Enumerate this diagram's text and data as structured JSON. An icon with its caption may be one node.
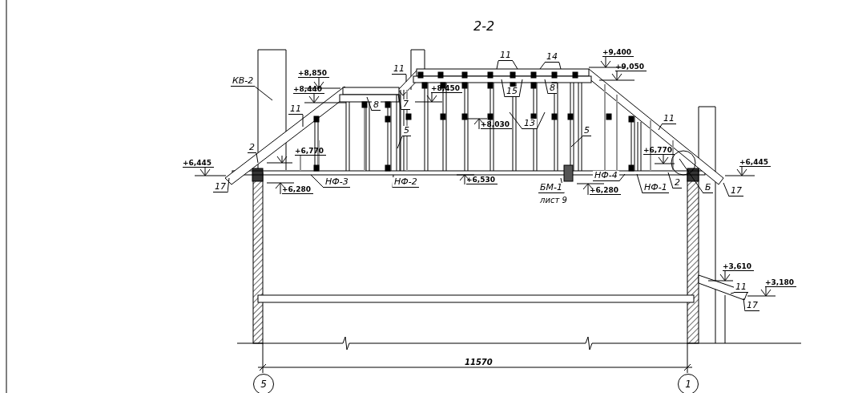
{
  "diagram": {
    "title": "2-2",
    "nodes": [
      {
        "text": [
          "КВ-2"
        ]
      },
      {
        "text": [
          "11"
        ]
      },
      {
        "text": [
          "2"
        ]
      },
      {
        "text": [
          "17"
        ]
      },
      {
        "text": [
          "НФ-3"
        ]
      },
      {
        "text": [
          "НФ-2"
        ]
      },
      {
        "text": [
          "8"
        ]
      },
      {
        "text": [
          "7"
        ]
      },
      {
        "text": [
          "5"
        ]
      },
      {
        "text": [
          "11"
        ]
      },
      {
        "text": [
          "11"
        ]
      },
      {
        "text": [
          "14"
        ]
      },
      {
        "text": [
          "8"
        ]
      },
      {
        "text": [
          "15"
        ]
      },
      {
        "text": [
          "13"
        ]
      },
      {
        "text": [
          "5"
        ]
      },
      {
        "text": [
          "БМ-1"
        ],
        "beside": [
          "лист 9"
        ]
      },
      {
        "text": [
          "НФ-4"
        ]
      },
      {
        "text": [
          "НФ-1"
        ]
      },
      {
        "text": [
          "11"
        ]
      },
      {
        "text": [
          "2"
        ]
      },
      {
        "text": [
          "Б"
        ]
      },
      {
        "text": [
          "17"
        ]
      },
      {
        "text": [
          "11"
        ]
      },
      {
        "text": [
          "17"
        ]
      },
      {
        "text": [
          "5"
        ]
      },
      {
        "text": [
          "1"
        ]
      }
    ],
    "edges": [
      {
        "from": 0,
        "to": null,
        "arrow": "none"
      },
      {
        "from": 1,
        "to": null,
        "arrow": "none"
      },
      {
        "from": 2,
        "to": null,
        "arrow": "none"
      },
      {
        "from": 3,
        "to": null,
        "arrow": "none"
      },
      {
        "from": 4,
        "to": null,
        "arrow": "none"
      },
      {
        "from": 5,
        "to": null,
        "arrow": "none"
      },
      {
        "from": 6,
        "to": null,
        "arrow": "none"
      },
      {
        "from": 7,
        "to": null,
        "arrow": "none"
      },
      {
        "from": 8,
        "to": null,
        "arrow": "none"
      },
      {
        "from": 9,
        "to": null,
        "arrow": "none"
      },
      {
        "from": 10,
        "to": null,
        "arrow": "none"
      },
      {
        "from": 10,
        "to": null,
        "arrow": "none"
      },
      {
        "from": 11,
        "to": null,
        "arrow": "none"
      },
      {
        "from": 11,
        "to": null,
        "arrow": "none"
      },
      {
        "from": 12,
        "to": null,
        "arrow": "none"
      },
      {
        "from": 13,
        "to": null,
        "arrow": "none"
      },
      {
        "from": 13,
        "to": null,
        "arrow": "none"
      },
      {
        "from": 14,
        "to": null,
        "arrow": "none"
      },
      {
        "from": 14,
        "to": null,
        "arrow": "none"
      },
      {
        "from": 15,
        "to": null,
        "arrow": "none"
      },
      {
        "from": 16,
        "to": null,
        "arrow": "none"
      },
      {
        "from": 17,
        "to": null,
        "arrow": "none"
      },
      {
        "from": 18,
        "to": null,
        "arrow": "none"
      },
      {
        "from": 19,
        "to": null,
        "arrow": "none"
      },
      {
        "from": 20,
        "to": null,
        "arrow": "none"
      },
      {
        "from": 21,
        "to": null,
        "arrow": "none"
      },
      {
        "from": 22,
        "to": null,
        "arrow": "none"
      },
      {
        "from": 23,
        "to": null,
        "arrow": "none"
      },
      {
        "from": 24,
        "to": null,
        "arrow": "none"
      }
    ],
    "labels": [
      "+8,850",
      "+8,440",
      "+9,400",
      "+9,050",
      "+8,450",
      "+8,030",
      "+6,445",
      "+6,770",
      "+6,770",
      "+6,445",
      "+6,530",
      "+6,280",
      "+6,280",
      "+3,610",
      "+3,180",
      "11570"
    ]
  }
}
